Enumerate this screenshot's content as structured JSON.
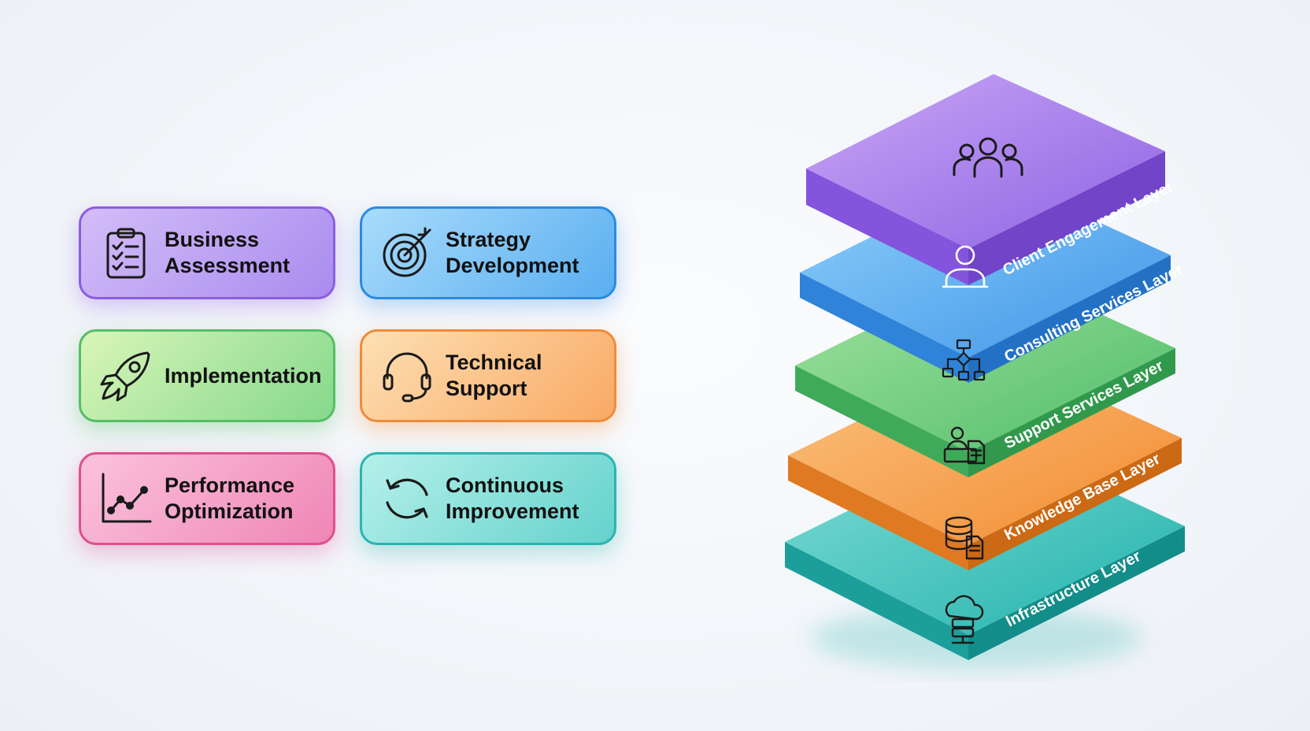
{
  "cards": [
    {
      "label": "Business\nAssessment",
      "icon": "clipboard-checklist-icon"
    },
    {
      "label": "Strategy\nDevelopment",
      "icon": "target-arrow-icon"
    },
    {
      "label": "Implementation",
      "icon": "rocket-icon"
    },
    {
      "label": "Technical\nSupport",
      "icon": "headset-icon"
    },
    {
      "label": "Performance\nOptimization",
      "icon": "line-chart-icon"
    },
    {
      "label": "Continuous\nImprovement",
      "icon": "refresh-cycle-icon"
    }
  ],
  "layers": [
    {
      "label": "Client Engagement Layer",
      "icon": "user-icon",
      "color": "#9a6fe6"
    },
    {
      "label": "Consulting Services Layer",
      "icon": "flowchart-icon",
      "color": "#3f94e8"
    },
    {
      "label": "Support Services Layer",
      "icon": "agent-desk-icon",
      "color": "#4fbd69"
    },
    {
      "label": "Knowledge Base Layer",
      "icon": "database-document-icon",
      "color": "#f28a30"
    },
    {
      "label": "Infrastructure Layer",
      "icon": "cloud-server-icon",
      "color": "#22b2ac"
    }
  ],
  "top_icon": "user-group-icon"
}
